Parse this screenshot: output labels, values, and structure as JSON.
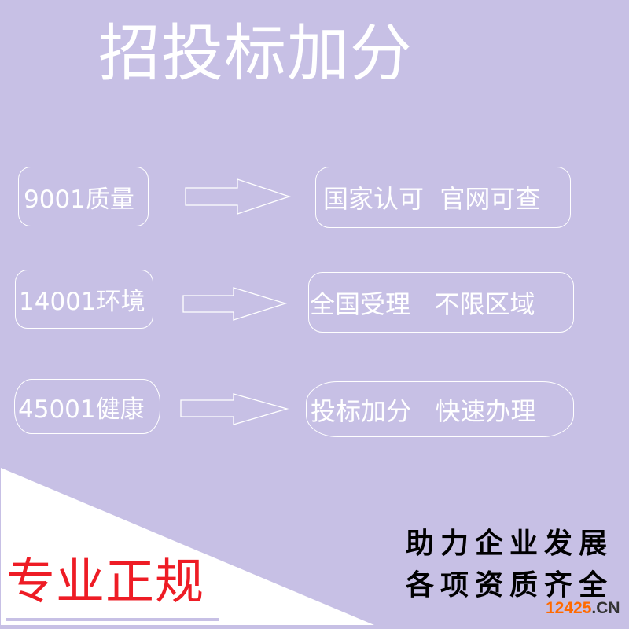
{
  "title": "招投标加分",
  "rows": [
    {
      "left": "9001质量",
      "right": "国家认可  官网可查"
    },
    {
      "left": "14001环境",
      "right": "全国受理   不限区域"
    },
    {
      "left": "45001健康",
      "right": "投标加分   快速办理"
    }
  ],
  "badge": "专业正规",
  "slogan": [
    "助力企业发展",
    "各项资质齐全"
  ],
  "watermark": {
    "number": "12425",
    "suffix": ".CN"
  },
  "colors": {
    "background": "#c7c0e5",
    "title": "#ffffff",
    "badge": "#ee1c25",
    "watermark_number": "#ff6a00"
  },
  "icons": [
    "right-arrow-icon",
    "right-arrow-icon",
    "right-arrow-icon"
  ]
}
